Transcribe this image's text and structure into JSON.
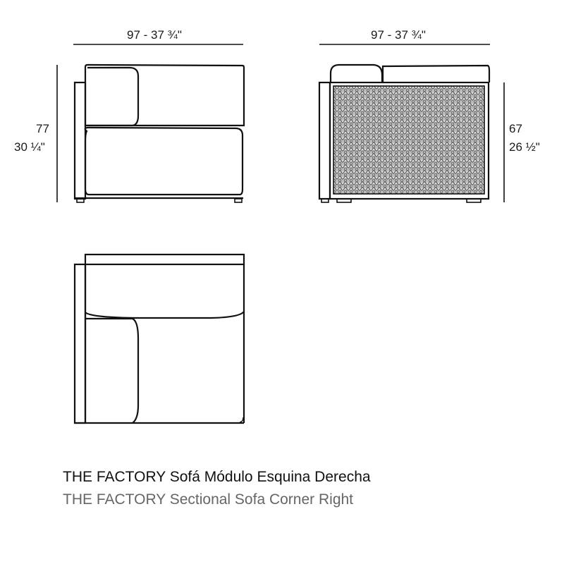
{
  "product": {
    "title_es": "THE FACTORY Sofá Módulo Esquina Derecha",
    "title_en": "THE FACTORY Sectional Sofa Corner Right"
  },
  "views": {
    "front": {
      "name": "front-view",
      "width_label": "97 - 37 ¾\"",
      "height_cm": "77",
      "height_in": "30 ¼\""
    },
    "side": {
      "name": "side-view",
      "width_label": "97 - 37 ¾\"",
      "height_cm": "67",
      "height_in": "26 ½\"",
      "panel_pattern": "woven-lattice"
    },
    "top": {
      "name": "top-view"
    }
  },
  "colors": {
    "line": "#111111",
    "caption_primary": "#111111",
    "caption_secondary": "#666666",
    "weave": "#8a8a8a"
  }
}
